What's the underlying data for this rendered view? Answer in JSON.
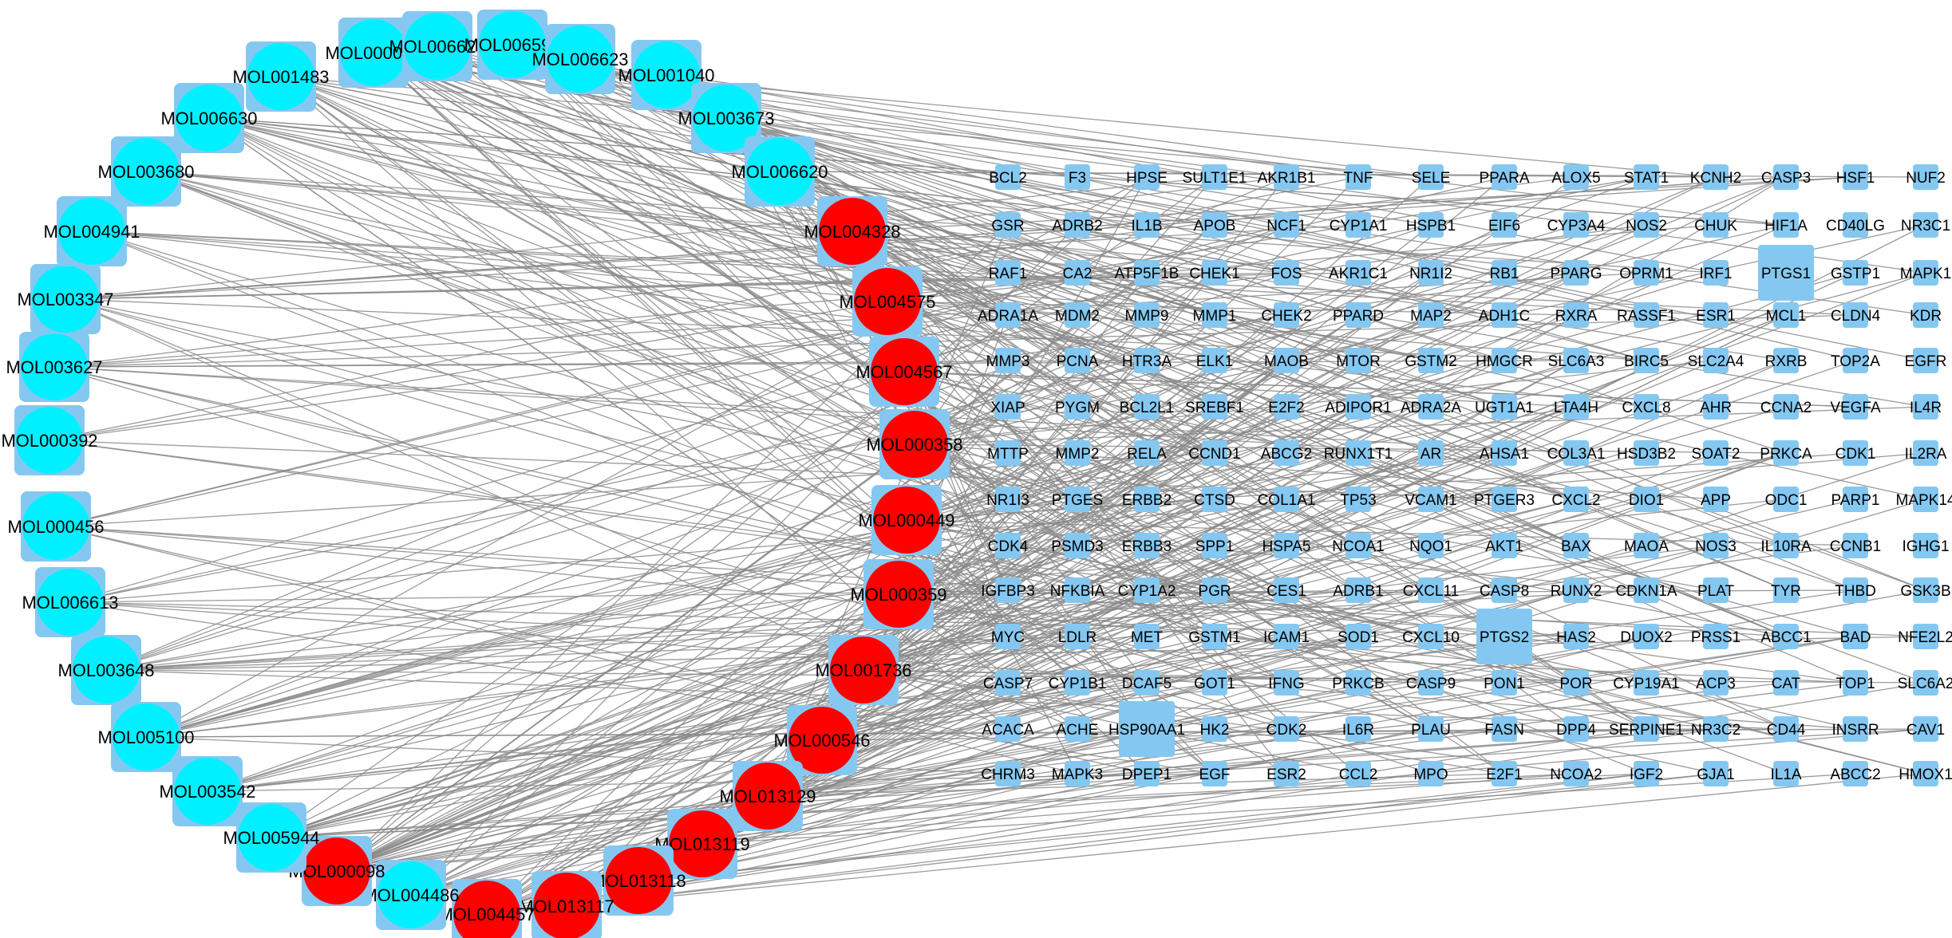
{
  "colors": {
    "edge": "#8a8a8a",
    "compound_bg": "#84c8f2",
    "compound_cyan": "#00f0ff",
    "compound_red": "#ff0000",
    "target": "#84c8f2",
    "label": "#000000"
  },
  "compounds": [
    {
      "label": "MOL000006",
      "color": "cyan"
    },
    {
      "label": "MOL006626",
      "color": "cyan"
    },
    {
      "label": "MOL006593",
      "color": "cyan"
    },
    {
      "label": "MOL006623",
      "color": "cyan"
    },
    {
      "label": "MOL001040",
      "color": "cyan"
    },
    {
      "label": "MOL003673",
      "color": "cyan"
    },
    {
      "label": "MOL006620",
      "color": "cyan"
    },
    {
      "label": "MOL004328",
      "color": "red"
    },
    {
      "label": "MOL004575",
      "color": "red"
    },
    {
      "label": "MOL004567",
      "color": "red"
    },
    {
      "label": "MOL000358",
      "color": "red"
    },
    {
      "label": "MOL000449",
      "color": "red"
    },
    {
      "label": "MOL000359",
      "color": "red"
    },
    {
      "label": "MOL001736",
      "color": "red"
    },
    {
      "label": "MOL000546",
      "color": "red"
    },
    {
      "label": "MOL013129",
      "color": "red"
    },
    {
      "label": "MOL013119",
      "color": "red"
    },
    {
      "label": "MOL013118",
      "color": "red"
    },
    {
      "label": "MOL013117",
      "color": "red"
    },
    {
      "label": "MOL004457",
      "color": "red"
    },
    {
      "label": "MOL004486",
      "color": "cyan"
    },
    {
      "label": "MOL000098",
      "color": "red"
    },
    {
      "label": "MOL005944",
      "color": "cyan"
    },
    {
      "label": "MOL003542",
      "color": "cyan"
    },
    {
      "label": "MOL005100",
      "color": "cyan"
    },
    {
      "label": "MOL003648",
      "color": "cyan"
    },
    {
      "label": "MOL006613",
      "color": "cyan"
    },
    {
      "label": "MOL000456",
      "color": "cyan"
    },
    {
      "label": "MOL000392",
      "color": "cyan"
    },
    {
      "label": "MOL003627",
      "color": "cyan"
    },
    {
      "label": "MOL003347",
      "color": "cyan"
    },
    {
      "label": "MOL004941",
      "color": "cyan"
    },
    {
      "label": "MOL003680",
      "color": "cyan"
    },
    {
      "label": "MOL006630",
      "color": "cyan"
    },
    {
      "label": "MOL001483",
      "color": "cyan"
    }
  ],
  "targets": [
    [
      "BCL2",
      "F3",
      "HPSE",
      "SULT1E1",
      "AKR1B1",
      "TNF",
      "SELE",
      "PPARA",
      "ALOX5",
      "STAT1",
      "KCNH2",
      "CASP3",
      "HSF1",
      "NUF2"
    ],
    [
      "GSR",
      "ADRB2",
      "IL1B",
      "APOB",
      "NCF1",
      "CYP1A1",
      "HSPB1",
      "EIF6",
      "CYP3A4",
      "NOS2",
      "CHUK",
      "HIF1A",
      "CD40LG",
      "NR3C1"
    ],
    [
      "RAF1",
      "CA2",
      "ATP5F1B",
      "CHEK1",
      "FOS",
      "AKR1C1",
      "NR1I2",
      "RB1",
      "PPARG",
      "OPRM1",
      "IRF1",
      "PTGS1",
      "GSTP1",
      "MAPK1"
    ],
    [
      "ADRA1A",
      "MDM2",
      "MMP9",
      "MMP1",
      "CHEK2",
      "PPARD",
      "MAP2",
      "ADH1C",
      "RXRA",
      "RASSF1",
      "ESR1",
      "MCL1",
      "CLDN4",
      "KDR"
    ],
    [
      "MMP3",
      "PCNA",
      "HTR3A",
      "ELK1",
      "MAOB",
      "MTOR",
      "GSTM2",
      "HMGCR",
      "SLC6A3",
      "BIRC5",
      "SLC2A4",
      "RXRB",
      "TOP2A",
      "EGFR"
    ],
    [
      "XIAP",
      "PYGM",
      "BCL2L1",
      "SREBF1",
      "E2F2",
      "ADIPOR1",
      "ADRA2A",
      "UGT1A1",
      "LTA4H",
      "CXCL8",
      "AHR",
      "CCNA2",
      "VEGFA",
      "IL4R"
    ],
    [
      "MTTP",
      "MMP2",
      "RELA",
      "CCND1",
      "ABCG2",
      "RUNX1T1",
      "AR",
      "AHSA1",
      "COL3A1",
      "HSD3B2",
      "SOAT2",
      "PRKCA",
      "CDK1",
      "IL2RA"
    ],
    [
      "NR1I3",
      "PTGES",
      "ERBB2",
      "CTSD",
      "COL1A1",
      "TP53",
      "VCAM1",
      "PTGER3",
      "CXCL2",
      "DIO1",
      "APP",
      "ODC1",
      "PARP1",
      "MAPK14"
    ],
    [
      "CDK4",
      "PSMD3",
      "ERBB3",
      "SPP1",
      "HSPA5",
      "NCOA1",
      "NQO1",
      "AKT1",
      "BAX",
      "MAOA",
      "NOS3",
      "IL10RA",
      "CCNB1",
      "IGHG1"
    ],
    [
      "IGFBP3",
      "NFKBIA",
      "CYP1A2",
      "PGR",
      "CES1",
      "ADRB1",
      "CXCL11",
      "CASP8",
      "RUNX2",
      "CDKN1A",
      "PLAT",
      "TYR",
      "THBD",
      "GSK3B"
    ],
    [
      "MYC",
      "LDLR",
      "MET",
      "GSTM1",
      "ICAM1",
      "SOD1",
      "CXCL10",
      "PTGS2",
      "HAS2",
      "DUOX2",
      "PRSS1",
      "ABCC1",
      "BAD",
      "NFE2L2"
    ],
    [
      "CASP7",
      "CYP1B1",
      "DCAF5",
      "GOT1",
      "IFNG",
      "PRKCB",
      "CASP9",
      "PON1",
      "POR",
      "CYP19A1",
      "ACP3",
      "CAT",
      "TOP1",
      "SLC6A2"
    ],
    [
      "ACACA",
      "ACHE",
      "HSP90AA1",
      "HK2",
      "CDK2",
      "IL6R",
      "PLAU",
      "FASN",
      "DPP4",
      "SERPINE1",
      "NR3C2",
      "CD44",
      "INSRR",
      "CAV1"
    ],
    [
      "CHRM3",
      "MAPK3",
      "DPEP1",
      "EGF",
      "ESR2",
      "CCL2",
      "MPO",
      "E2F1",
      "NCOA2",
      "IGF2",
      "GJA1",
      "IL1A",
      "ABCC2",
      "HMOX1"
    ]
  ],
  "hub_targets": [
    "PTGS1",
    "PTGS2",
    "HSP90AA1"
  ]
}
